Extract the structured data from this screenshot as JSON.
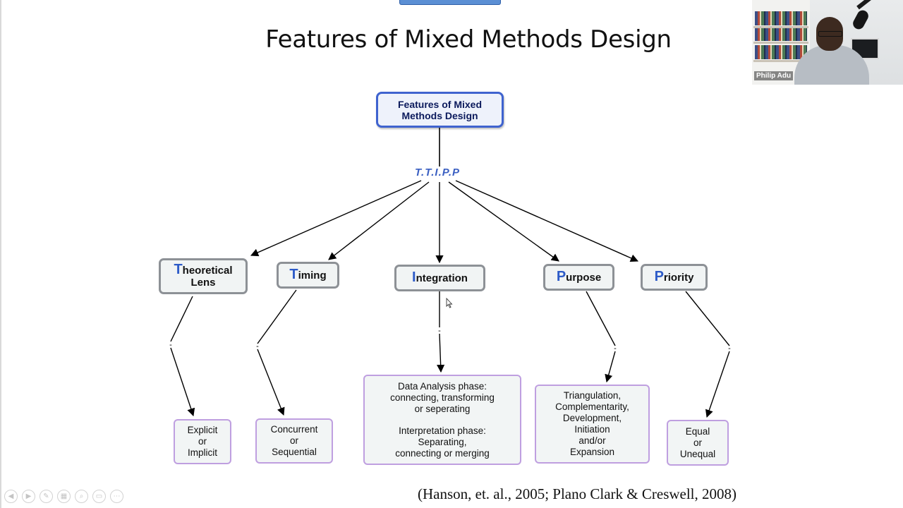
{
  "slide": {
    "title": "Features of Mixed Methods Design",
    "citation": "(Hanson, et. al., 2005; Plano Clark & Creswell, 2008)"
  },
  "diagram": {
    "root": {
      "line1": "Features of Mixed",
      "line2": "Methods Design"
    },
    "acronym": "T.T.I.P.P",
    "features": [
      {
        "id": "theoretical-lens",
        "initial": "T",
        "rest_line1": "heoretical",
        "line2": "Lens"
      },
      {
        "id": "timing",
        "initial": "T",
        "rest_line1": "iming",
        "line2": ""
      },
      {
        "id": "integration",
        "initial": "I",
        "rest_line1": "ntegration",
        "line2": ""
      },
      {
        "id": "purpose",
        "initial": "P",
        "rest_line1": "urpose",
        "line2": ""
      },
      {
        "id": "priority",
        "initial": "P",
        "rest_line1": "riority",
        "line2": ""
      }
    ],
    "leaves": {
      "theoretical-lens": [
        "Explicit",
        "or",
        "Implicit"
      ],
      "timing": [
        "Concurrent",
        "or",
        "Sequential"
      ],
      "integration": [
        "Data Analysis phase:",
        "connecting, transforming",
        "or seperating",
        "Interpretation phase:",
        "Separating,",
        "connecting or merging"
      ],
      "purpose": [
        "Triangulation,",
        "Complementarity,",
        "Development,",
        "Initiation",
        "and/or",
        "Expansion"
      ],
      "priority": [
        "Equal",
        "or",
        "Unequal"
      ]
    },
    "link_label": "-",
    "colors": {
      "root_border": "#3f63cf",
      "feature_border": "#8d9196",
      "leaf_border": "#bf9fe0",
      "initial_letter": "#2d5bc8",
      "acronym": "#3a5fc2"
    }
  },
  "webcam": {
    "participant_name": "Philip Adu"
  },
  "toolbar": {
    "icons": [
      "back-icon",
      "forward-icon",
      "pen-icon",
      "slides-icon",
      "zoom-icon",
      "subtitles-icon",
      "more-icon"
    ]
  }
}
